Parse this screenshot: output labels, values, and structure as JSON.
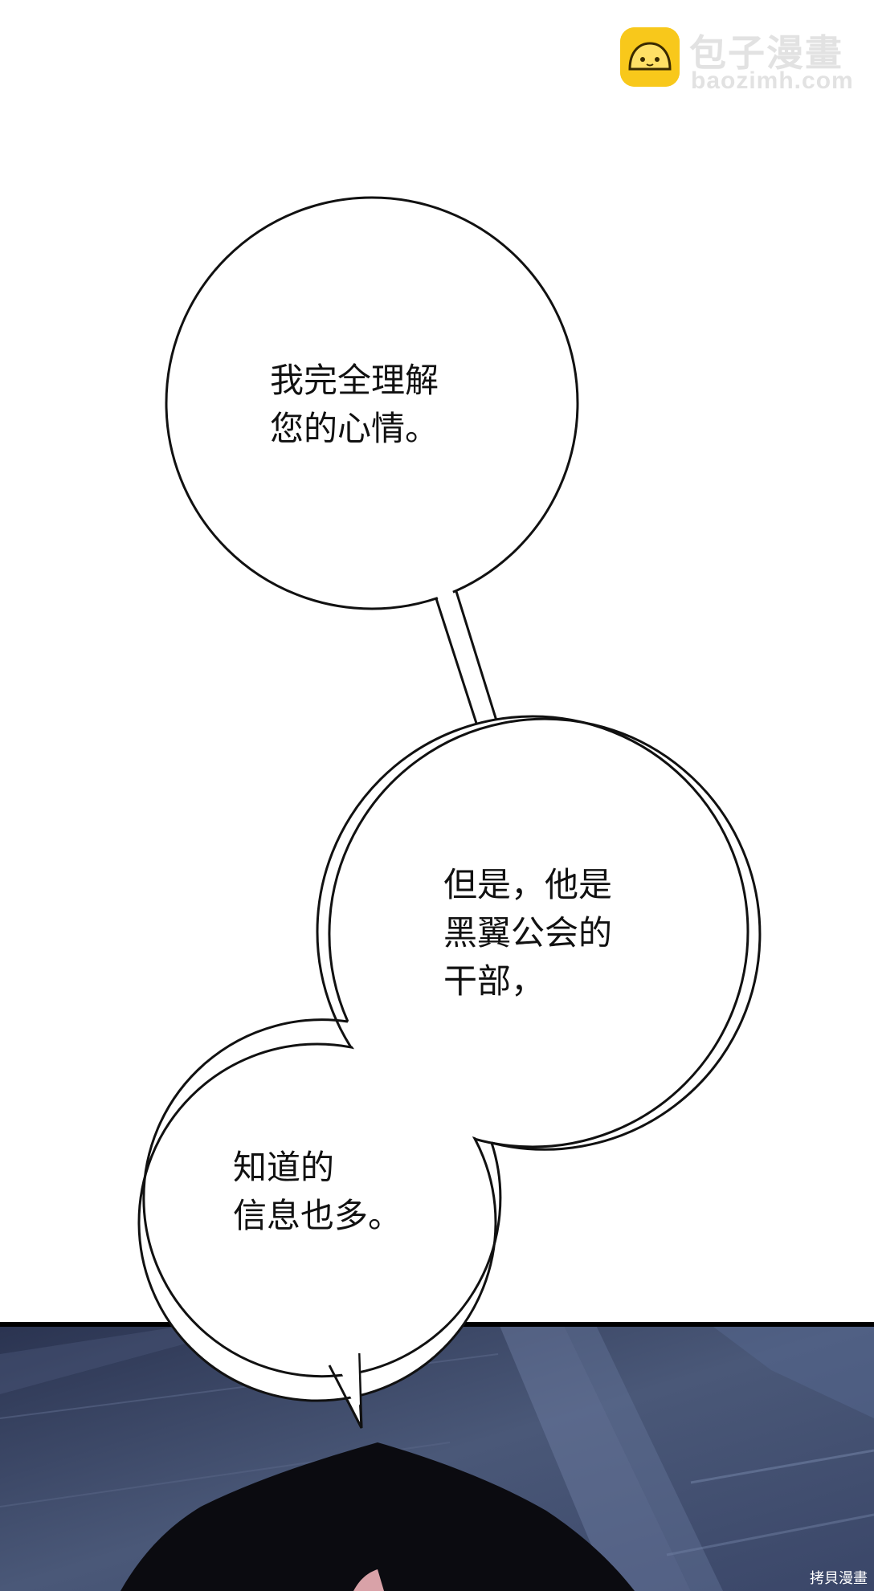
{
  "watermark": {
    "title": "包子漫畫",
    "subtitle": "baozimh.com",
    "icon": "bun-face-icon",
    "color": "#f8c81b"
  },
  "bubbles": [
    {
      "lines": [
        "我完全理解",
        "您的心情。"
      ]
    },
    {
      "lines": [
        "但是，他是",
        "黑翼公会的",
        "干部，"
      ]
    },
    {
      "lines": [
        "知道的",
        "信息也多。"
      ]
    }
  ],
  "credit": "拷貝漫畫",
  "colors": {
    "background": "#ffffff",
    "scene_dark": "#3a4562",
    "panel_border": "#000000"
  }
}
